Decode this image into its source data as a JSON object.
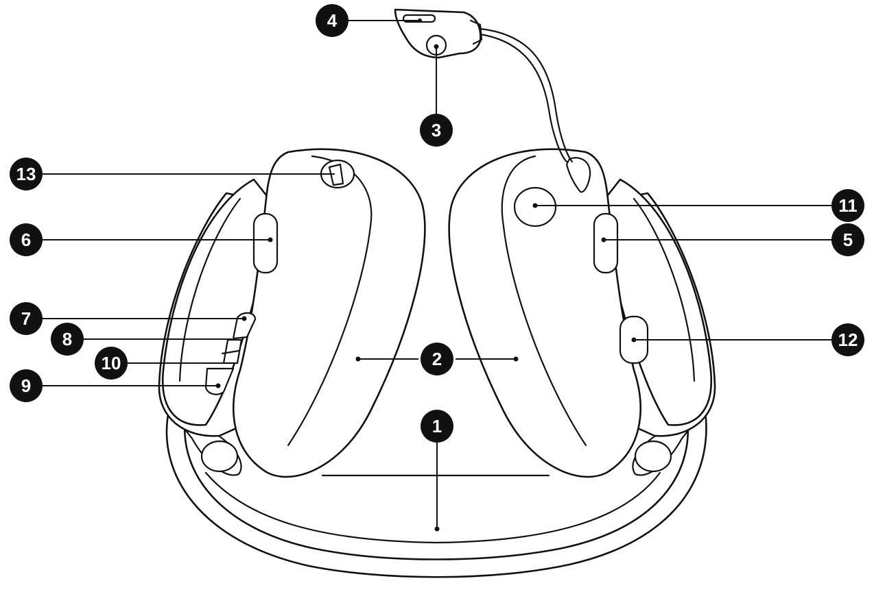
{
  "diagram": {
    "subject": "headset",
    "callouts": [
      {
        "id": "1",
        "label": "1"
      },
      {
        "id": "2",
        "label": "2"
      },
      {
        "id": "3",
        "label": "3"
      },
      {
        "id": "4",
        "label": "4"
      },
      {
        "id": "5",
        "label": "5"
      },
      {
        "id": "6",
        "label": "6"
      },
      {
        "id": "7",
        "label": "7"
      },
      {
        "id": "8",
        "label": "8"
      },
      {
        "id": "9",
        "label": "9"
      },
      {
        "id": "10",
        "label": "10"
      },
      {
        "id": "11",
        "label": "11"
      },
      {
        "id": "12",
        "label": "12"
      },
      {
        "id": "13",
        "label": "13"
      }
    ],
    "colors": {
      "ink": "#111111",
      "paper": "#ffffff"
    }
  }
}
